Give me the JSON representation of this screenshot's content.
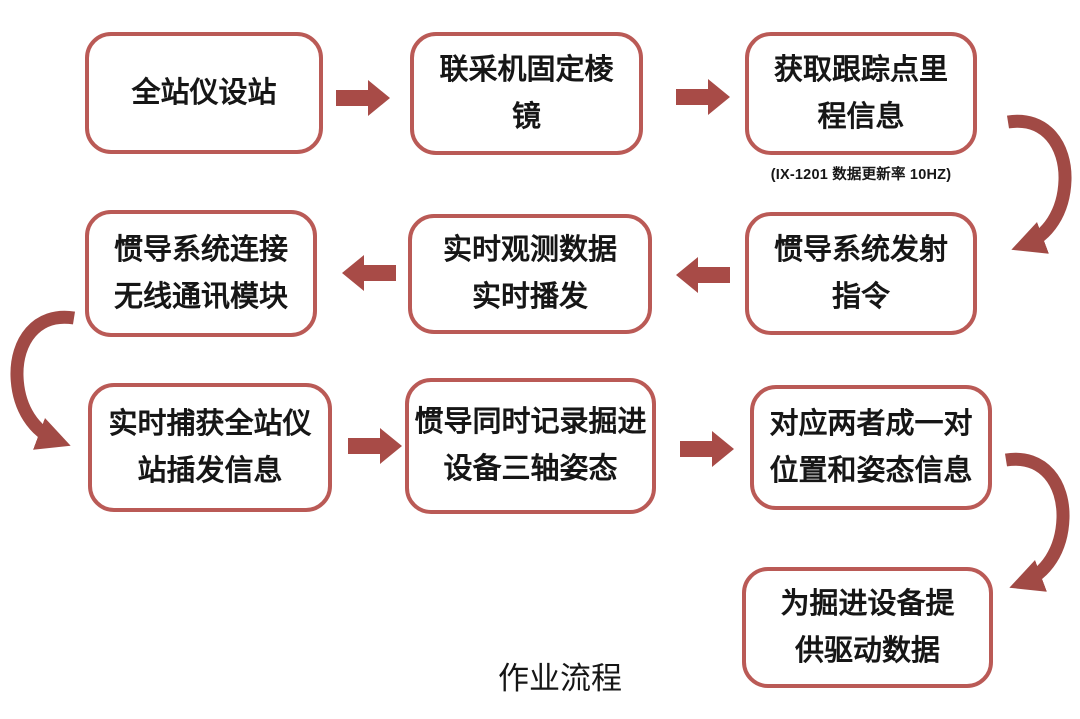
{
  "title": {
    "text": "作业流程"
  },
  "colors": {
    "box_border": "#ba5a56",
    "straight_arrow": "#a84b47",
    "curved_arrow": "#a14a45",
    "text": "#161616",
    "background": "#ffffff"
  },
  "flow": {
    "boxes": [
      {
        "name": "total-station-setup",
        "lines": [
          "全站仪设站"
        ]
      },
      {
        "name": "fix-prism",
        "lines": [
          "联采机固定棱",
          "镜"
        ]
      },
      {
        "name": "get-tracking-mileage",
        "lines": [
          "获取跟踪点里",
          "程信息"
        ],
        "caption": "(IX-1201 数据更新率 10HZ)"
      },
      {
        "name": "ins-send-command",
        "lines": [
          "惯导系统发射",
          "指令"
        ]
      },
      {
        "name": "realtime-broadcast",
        "lines": [
          "实时观测数据",
          "实时播发"
        ]
      },
      {
        "name": "ins-connect-wireless",
        "lines": [
          "惯导系统连接",
          "无线通讯模块"
        ]
      },
      {
        "name": "capture-station-info",
        "lines": [
          "实时捕获全站仪",
          "站插发信息"
        ]
      },
      {
        "name": "ins-record-attitude",
        "lines": [
          "惯导同时记录掘进",
          "设备三轴姿态"
        ]
      },
      {
        "name": "pair-position-attitude",
        "lines": [
          "对应两者成一对",
          "位置和姿态信息"
        ]
      },
      {
        "name": "provide-driving-data",
        "lines": [
          "为掘进设备提",
          "供驱动数据"
        ]
      }
    ]
  }
}
